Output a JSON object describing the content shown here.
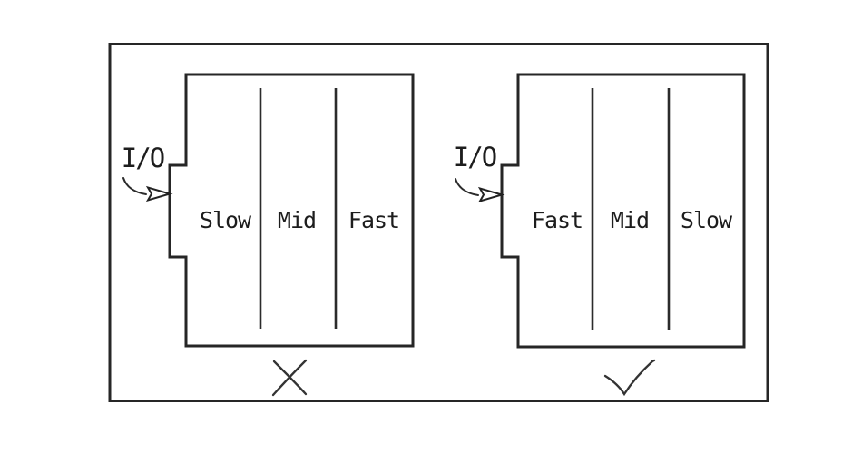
{
  "figure": {
    "background_color": "#ffffff",
    "line_color": "#262626",
    "panels": [
      {
        "io_label": "I/O",
        "columns": [
          "Slow",
          "Mid",
          "Fast"
        ],
        "verdict": "incorrect",
        "verdict_symbol": "✗"
      },
      {
        "io_label": "I/O",
        "columns": [
          "Fast",
          "Mid",
          "Slow"
        ],
        "verdict": "correct",
        "verdict_symbol": "✓"
      }
    ]
  }
}
